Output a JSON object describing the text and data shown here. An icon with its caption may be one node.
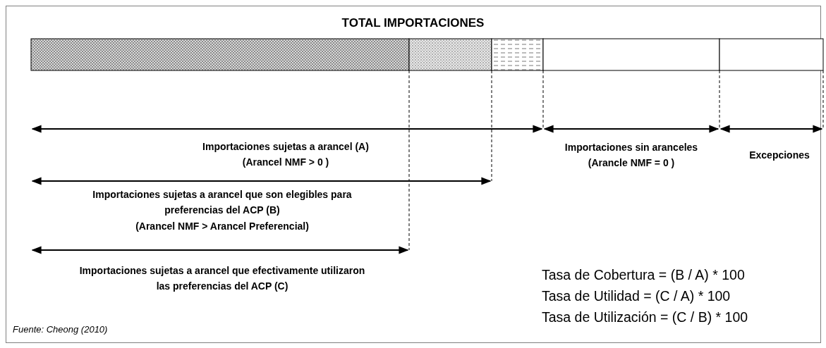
{
  "diagram": {
    "title": "TOTAL IMPORTACIONES",
    "caption": "Fuente: Cheong (2010)",
    "labels": [
      "Importaciones sujetas a arancel (A)",
      "(Arancel NMF > 0 )",
      "Importaciones sin aranceles",
      "(Arancle NMF = 0 )",
      "Excepciones",
      "Importaciones sujetas a arancel que son elegibles para preferencias del ACP (B)",
      "(Arancel NMF > Arancel Preferencial)",
      "Importaciones sujetas a arancel que efectivamente utilizaron las preferencias del ACP (C)",
      "Tasa de Cobertura = (B / A) * 100",
      "Tasa de Utilidad = (C / A) * 100",
      "Tasa de Utilización = (C / B) * 100"
    ]
  }
}
